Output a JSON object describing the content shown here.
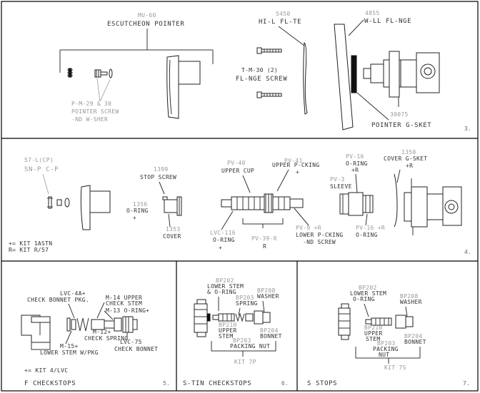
{
  "panel1": {
    "escutcheon_code": "MU-60",
    "escutcheon_text": "ESCUTCHEON POINTER",
    "flange_code": "5450",
    "flange_text": "HI-L FL-TE",
    "wall_flange_code": "4855",
    "wall_flange_text": "W-LL FL-NGE",
    "screw_code": "T-M-30 (2)",
    "screw_text": "FL-NGE SCREW",
    "pointer_screw_1": "P-M-29 & 30",
    "pointer_screw_2": "POINTER SCREW",
    "pointer_screw_3": "-ND W-SHER",
    "gasket_code": "30075",
    "gasket_text": "POINTER G-SKET",
    "panel_num": "3."
  },
  "panel2": {
    "snap_code": "57-L(CP)",
    "snap_text": "SN-P C-P",
    "stop_screw_code": "1399",
    "stop_screw_text": "STOP SCREW",
    "oring_code": "1356",
    "oring_text": "O-RING",
    "oring_plus": "+",
    "cover_code": "1353",
    "cover_text": "COVER",
    "pv40_code": "PV-40",
    "pv40_text": "UPPER CUP",
    "pv41_code": "PV-41",
    "pv41_text": "UPPER P-CKING",
    "pv41_plus": "+",
    "pv16a_code": "PV-16",
    "pv16a_text": "O-RING",
    "pv16a_plus": "+R",
    "pv3_code": "PV-3",
    "pv3_text": "SLEEVE",
    "cover_gasket_code": "1350",
    "cover_gasket_text": "COVER G-SKET",
    "cover_gasket_plus": "+R",
    "lvc_code": "LVC-116",
    "lvc_text": "O-RING",
    "lvc_plus": "+",
    "pv39_code": "PV-39-R",
    "pv39_text": "R",
    "pv9_code": "PV-9 +R",
    "pv9_text_1": "LOWER P-CKING",
    "pv9_text_2": "-ND SCREW",
    "pv16b_code": "PV-16 +R",
    "pv16b_text": "O-RING",
    "key_1": "+= KIT 1ASTN",
    "key_2": "R= KIT R/57",
    "panel_num": "4."
  },
  "panel5": {
    "lvc4_code": "LVC-4A+",
    "lvc4_text": "CHECK BONNET PKG.",
    "m14_code": "M-14 UPPER",
    "m14_text": "CHECK STEM",
    "m13_code": "M-13 O-RING+",
    "m12_code": "M-12+",
    "m12_text": "CHECK SPRING",
    "lvc75_code": "LVC-75",
    "lvc75_text": "CHECK BONNET",
    "m15_code": "M-15+",
    "m15_text": "LOWER STEM W/PKG",
    "key": "+= KIT 4/LVC",
    "title": "F CHECKSTOPS",
    "panel_num": "5."
  },
  "panel6": {
    "a_code": "BP202",
    "a_text_1": "LOWER STEM",
    "a_text_2": "& O-RING",
    "b_code": "BP203",
    "b_text": "SPRING",
    "c_code": "BP208",
    "c_text": "WASHER",
    "d_code": "BP210",
    "d_text_1": "UPPER",
    "d_text_2": "STEM",
    "e_code": "BP204",
    "e_text": "BONNET",
    "f_code": "BP203",
    "f_text": "PACKING NUT",
    "kit": "KIT 7P",
    "title": "S-TIN CHECKSTOPS",
    "panel_num": "6."
  },
  "panel7": {
    "a_code": "BP202",
    "a_text_1": "LOWER STEM",
    "a_text_2": "O-RING",
    "c_code": "BP208",
    "c_text": "WASHER",
    "d_code": "BP210",
    "d_text_1": "UPPER",
    "d_text_2": "STEM",
    "e_code": "BP204",
    "e_text": "BONNET",
    "f_code": "BP203",
    "f_text_1": "PACKING",
    "f_text_2": "NUT",
    "kit": "KIT 7S",
    "title": "S STOPS",
    "panel_num": "7."
  }
}
